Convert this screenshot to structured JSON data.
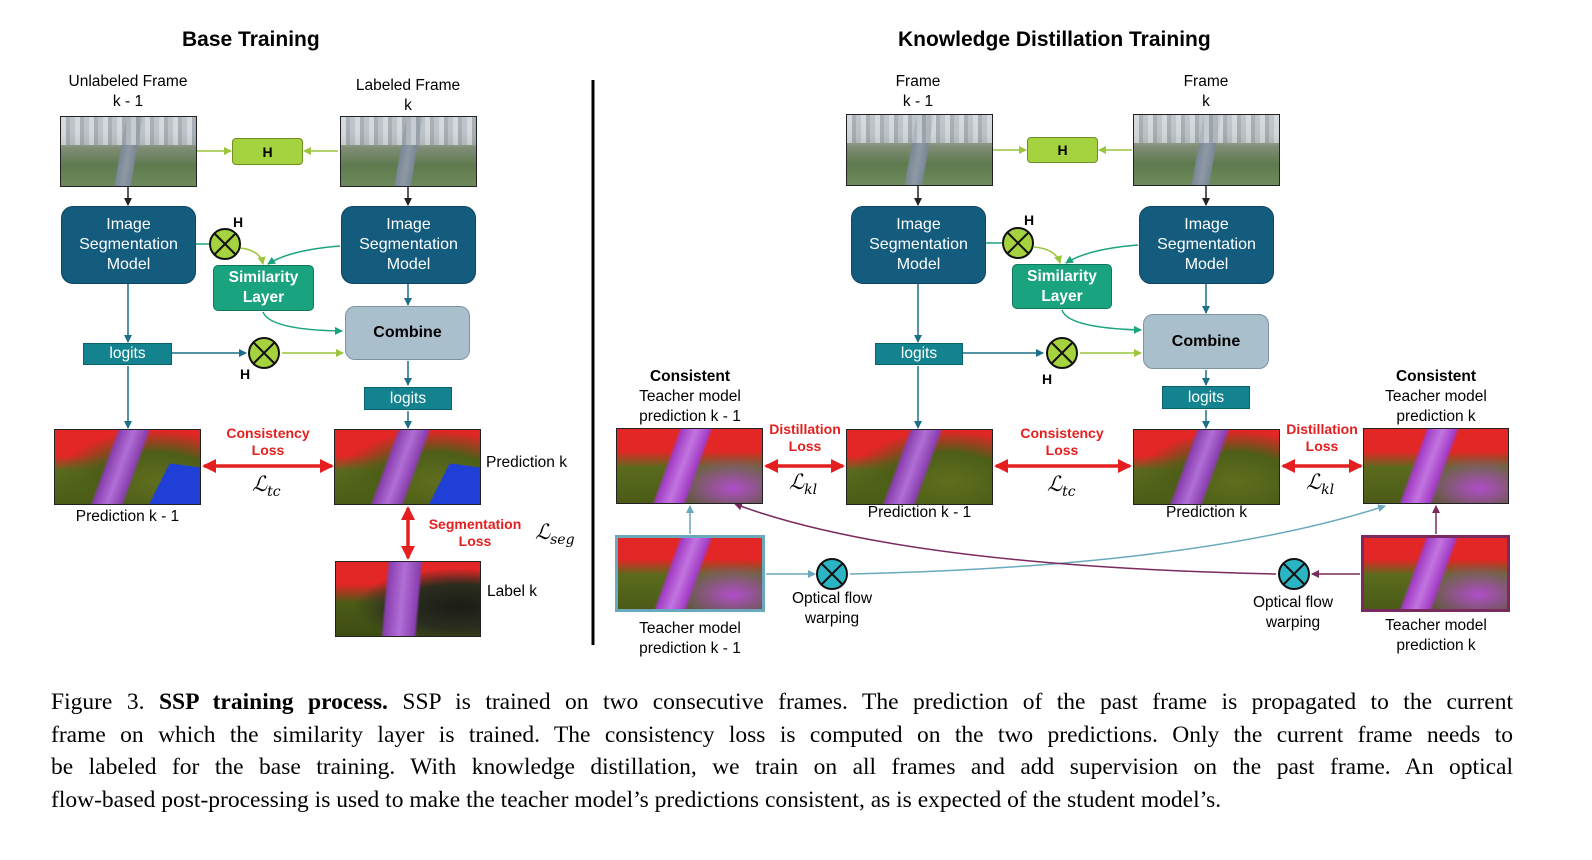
{
  "titles": {
    "base": "Base Training",
    "kd": "Knowledge Distillation Training"
  },
  "base": {
    "frame_left": [
      "Unlabeled Frame",
      "k - 1"
    ],
    "frame_right": [
      "Labeled Frame",
      "k"
    ],
    "h": "H",
    "seg_model": [
      "Image",
      "Segmentation",
      "Model"
    ],
    "similarity": [
      "Similarity",
      "Layer"
    ],
    "combine": "Combine",
    "logits": "logits",
    "consistency_loss": [
      "Consistency",
      "Loss"
    ],
    "ltc_base": "ℒ",
    "ltc_sub": "tc",
    "segmentation_loss": [
      "Segmentation",
      "Loss"
    ],
    "lseg_base": "ℒ",
    "lseg_sub": "seg",
    "prediction_k1": "Prediction k - 1",
    "prediction_k": "Prediction k",
    "label_k": "Label k"
  },
  "kd": {
    "frame_left": [
      "Frame",
      "k - 1"
    ],
    "frame_right": [
      "Frame",
      "k"
    ],
    "h": "H",
    "seg_model": [
      "Image",
      "Segmentation",
      "Model"
    ],
    "similarity": [
      "Similarity",
      "Layer"
    ],
    "combine": "Combine",
    "logits": "logits",
    "consistent_left": [
      "Consistent",
      "Teacher model",
      "prediction k - 1"
    ],
    "consistent_right": [
      "Consistent",
      "Teacher model",
      "prediction k"
    ],
    "distillation_loss": [
      "Distillation",
      "Loss"
    ],
    "consistency_loss": [
      "Consistency",
      "Loss"
    ],
    "lkl_base": "ℒ",
    "lkl_sub": "kl",
    "ltc_base": "ℒ",
    "ltc_sub": "tc",
    "prediction_k1": "Prediction k - 1",
    "prediction_k": "Prediction k",
    "teacher_left": [
      "Teacher model",
      "prediction k - 1"
    ],
    "teacher_right": [
      "Teacher model",
      "prediction k"
    ],
    "optical_flow": [
      "Optical flow",
      "warping"
    ]
  },
  "caption": {
    "prefix": "Figure 3.",
    "bold": "SSP training process.",
    "lines": [
      "SSP is trained on two consecutive frames.  The prediction of the past frame is propagated to the current",
      "frame on which the similarity layer is trained.  The consistency loss is computed on the two predictions.  Only the current frame needs to",
      "be labeled for the base training.  With knowledge distillation, we train on all frames and add supervision on the past frame.  An optical",
      "flow-based post-processing is used to make the teacher model’s predictions consistent, as is expected of the student model’s."
    ]
  },
  "colors": {
    "seg_model": "#145c7e",
    "similarity": "#1aa37f",
    "combine": "#a9bfcb",
    "logits": "#13848f",
    "h_green": "#a5d23f",
    "loss_red": "#e3201f",
    "flow_node": "#2bb5c4",
    "teacher_purple": "#7a2a5e"
  }
}
